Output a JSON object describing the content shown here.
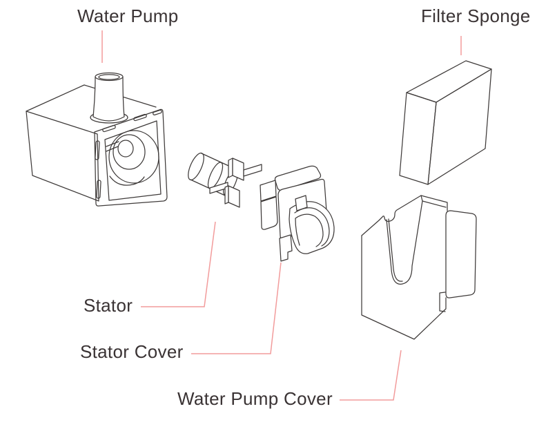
{
  "diagram": {
    "type": "exploded-parts-diagram",
    "subject": "Water pump assembly",
    "labels": {
      "water_pump": "Water Pump",
      "filter_sponge": "Filter Sponge",
      "stator": "Stator",
      "stator_cover": "Stator Cover",
      "water_pump_cover": "Water Pump Cover"
    },
    "colors": {
      "leader_line": "#F29B9B",
      "line_art": "#3E3A39",
      "label_text": "#3A3334",
      "background": "#FFFFFF"
    }
  }
}
